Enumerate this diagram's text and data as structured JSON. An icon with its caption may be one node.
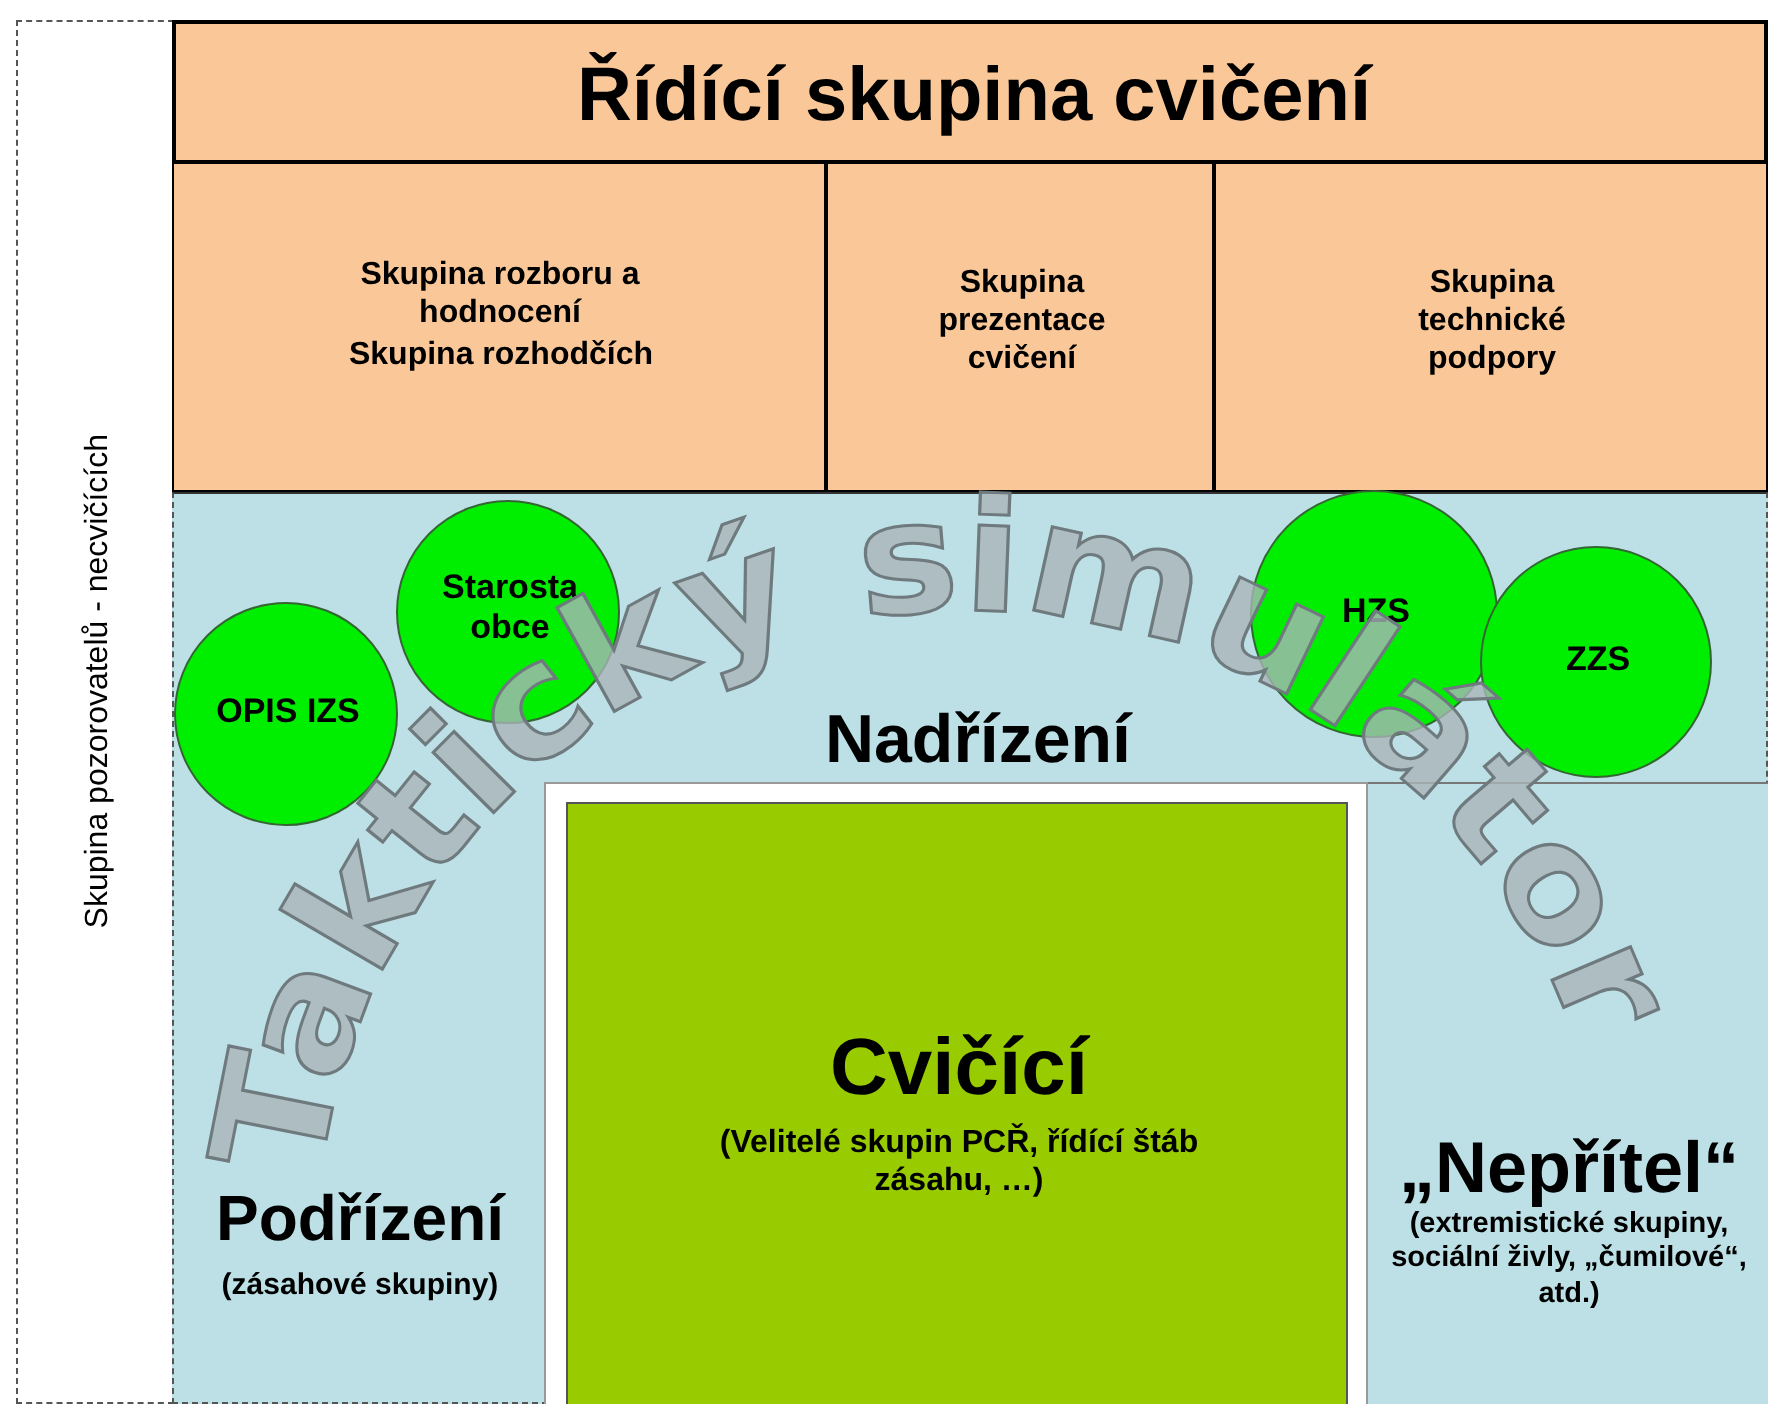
{
  "diagram": {
    "nodes": [
      {
        "text": [
          "Skupina pozorovatelů - necvičících"
        ]
      },
      {
        "text": [
          "Řídící skupina cvičení"
        ]
      },
      {
        "text": [
          "Skupina rozboru a hodnocení",
          "Skupina rozhodčích"
        ]
      },
      {
        "text": [
          "Skupina prezentace cvičení"
        ]
      },
      {
        "text": [
          "Skupina technické podpory"
        ]
      },
      {
        "text": [
          "Nadřízení"
        ]
      },
      {
        "text": [
          "OPIS IZS"
        ],
        "in": 5
      },
      {
        "text": [
          "Starosta obce"
        ],
        "in": 5
      },
      {
        "text": [
          "HZS"
        ],
        "in": 5
      },
      {
        "text": [
          "ZZS"
        ],
        "in": 5
      },
      {
        "text": [],
        "shape": "box",
        "in": 5
      },
      {
        "text": [
          "Cvičící",
          "(Velitelé skupin PCŘ, řídící štáb zásahu, …)"
        ],
        "in": 10
      },
      {
        "text": [
          "„Nepřítel“",
          "(extremistické skupiny, sociální živly, „čumilové“, atd.)"
        ],
        "in": 5
      }
    ],
    "labels": [
      "Podřízení",
      "(zásahové skupiny)",
      "Taktický simulátor"
    ]
  }
}
